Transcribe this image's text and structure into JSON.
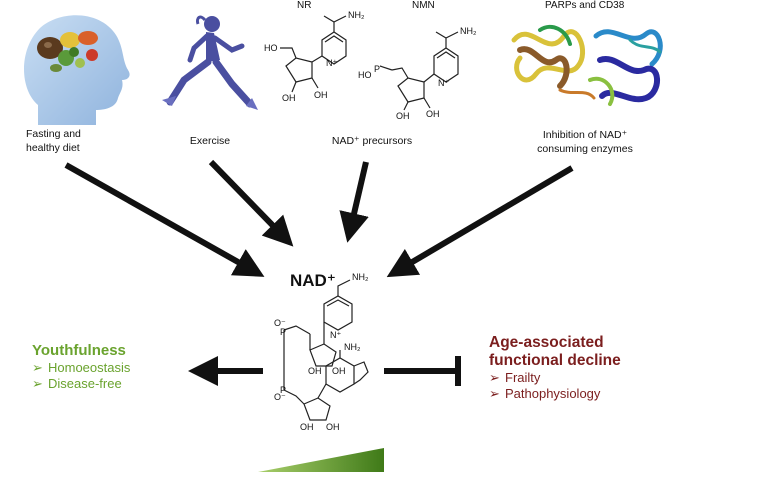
{
  "header_labels": {
    "nr": "NR",
    "nmn": "NMN",
    "parps": "PARPs and CD38"
  },
  "inputs": [
    {
      "id": "diet",
      "line1": "Fasting and",
      "line2": "healthy diet"
    },
    {
      "id": "exercise",
      "line1": "Exercise",
      "line2": ""
    },
    {
      "id": "precursors",
      "line1": "NAD⁺ precursors",
      "line2": ""
    },
    {
      "id": "inhibition",
      "line1": "Inhibition of NAD⁺",
      "line2": "consuming enzymes"
    }
  ],
  "center": {
    "title": "NAD⁺"
  },
  "youthfulness": {
    "heading": "Youthfulness",
    "items": [
      "Homoeostasis",
      "Disease-free"
    ]
  },
  "decline": {
    "heading_line1": "Age-associated",
    "heading_line2": "functional decline",
    "items": [
      "Frailty",
      "Pathophysiology"
    ]
  },
  "chem_labels": {
    "nh2": "NH₂",
    "oh": "OH",
    "ho": "HO",
    "o": "O",
    "p": "P",
    "n_plus": "N⁺",
    "o_minus": "O⁻"
  },
  "colors": {
    "green": "#6aa32e",
    "maroon": "#7b1e1e",
    "arrow": "#111111",
    "runner": "#4a4fa0",
    "head": "#9fc1e6"
  }
}
